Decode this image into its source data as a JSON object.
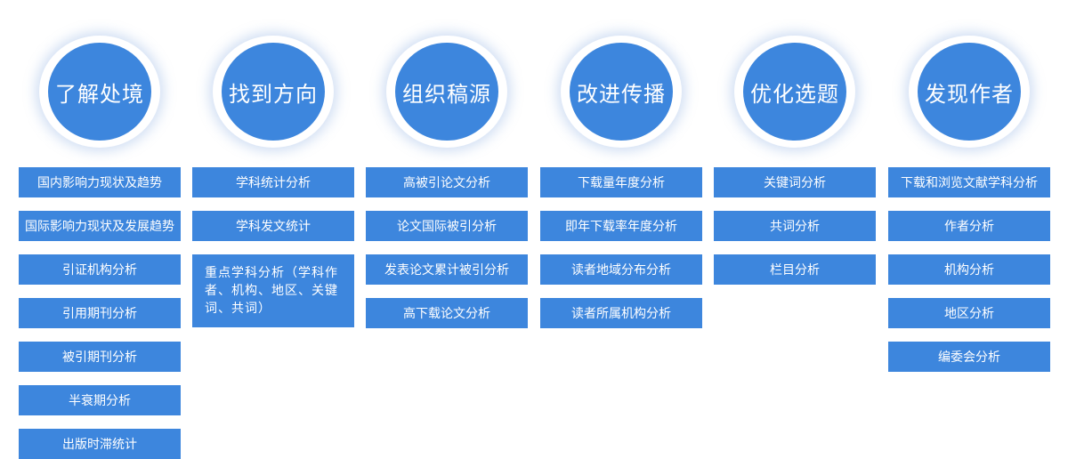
{
  "columns": [
    {
      "title": "了解处境",
      "items": [
        "国内影响力现状及趋势",
        "国际影响力现状及发展趋势",
        "引证机构分析",
        "引用期刊分析",
        "被引期刊分析",
        "半衰期分析",
        "出版时滞统计"
      ]
    },
    {
      "title": "找到方向",
      "items": [
        "学科统计分析",
        "学科发文统计",
        "重点学科分析（学科作者、机构、地区、关键词、共词）"
      ]
    },
    {
      "title": "组织稿源",
      "items": [
        "高被引论文分析",
        "论文国际被引分析",
        "发表论文累计被引分析",
        "高下载论文分析"
      ]
    },
    {
      "title": "改进传播",
      "items": [
        "下载量年度分析",
        "即年下载率年度分析",
        "读者地域分布分析",
        "读者所属机构分析"
      ]
    },
    {
      "title": "优化选题",
      "items": [
        "关键词分析",
        "共词分析",
        "栏目分析"
      ]
    },
    {
      "title": "发现作者",
      "items": [
        "下载和浏览文献学科分析",
        "作者分析",
        "机构分析",
        "地区分析",
        "编委会分析"
      ]
    }
  ],
  "colors": {
    "accent": "#3d86dd",
    "text_on_accent": "#ffffff",
    "background": "#ffffff"
  }
}
